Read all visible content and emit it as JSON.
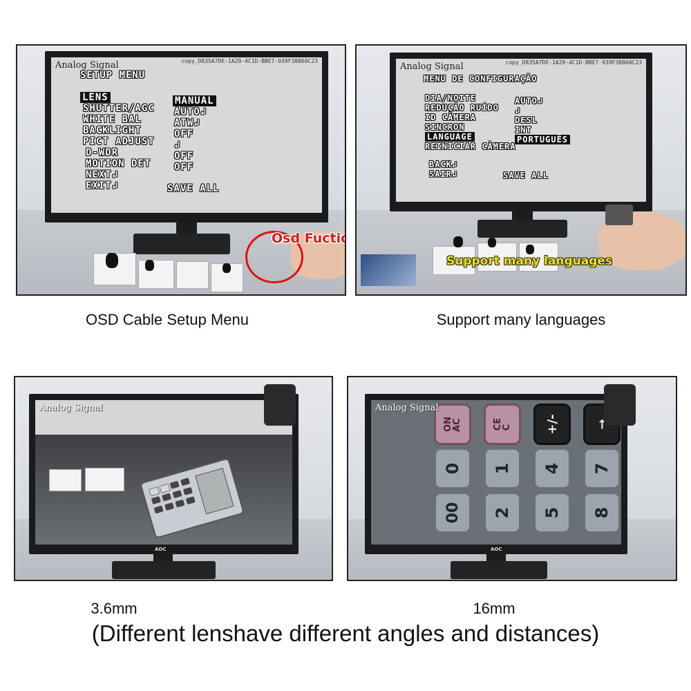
{
  "panels": [
    {
      "caption": "OSD Cable Setup Menu",
      "signal": "Analog Signal",
      "id_text": "copy_D835A7DE-1A29-4C1D-BBE7-939F38860C23",
      "title": "SETUP MENU",
      "menu_items": [
        "LENS",
        "SHUTTER/AGC",
        "WHITE BAL",
        "BACKLIGHT",
        "PICT ADJUST",
        "D-WDR",
        "MOTION DET",
        "NEXT↲",
        "EXIT↲"
      ],
      "menu_values": [
        "MANUAL",
        "AUTO↲",
        "ATW↲",
        "OFF",
        "↲",
        "OFF",
        "OFF"
      ],
      "save": "SAVE ALL",
      "overlay": "Osd Fuction Cable"
    },
    {
      "caption": "Support many languages",
      "signal": "Analog Signal",
      "id_text": "copy_D835A7DE-1A29-4C1D-BBE7-939F38860C23",
      "title": "MENU DE CONFIGURAÇÃO",
      "menu_items": [
        "DIA/NOITE",
        "REDUÇÃO RUÍDO",
        "ID CÂMERA",
        "SINCRON",
        "LANGUAGE",
        "REINICIAR CÂMERA"
      ],
      "menu_values": [
        "AUTO↲",
        "↲",
        "DESL",
        "INT",
        "PORTUGUÊS"
      ],
      "back": "BACK↲",
      "exit": "SAIR↲",
      "save": "SAVE ALL",
      "overlay": "Support many languages"
    },
    {
      "caption": "3.6mm",
      "signal": "Analog Signal"
    },
    {
      "caption": "16mm",
      "signal": "Analog Signal",
      "keys": [
        "ON\nAC",
        "CE\nC",
        "+/-",
        "→",
        "0",
        "1",
        "4",
        "7",
        "00",
        "2",
        "5",
        "8"
      ]
    }
  ],
  "footer": "(Different lenshave different angles and distances)",
  "monitor_brand": "AOC",
  "colors": {
    "osd_text": "#ffffff",
    "overlay_red": "#d51c1c",
    "overlay_yellow": "#f1e318"
  }
}
